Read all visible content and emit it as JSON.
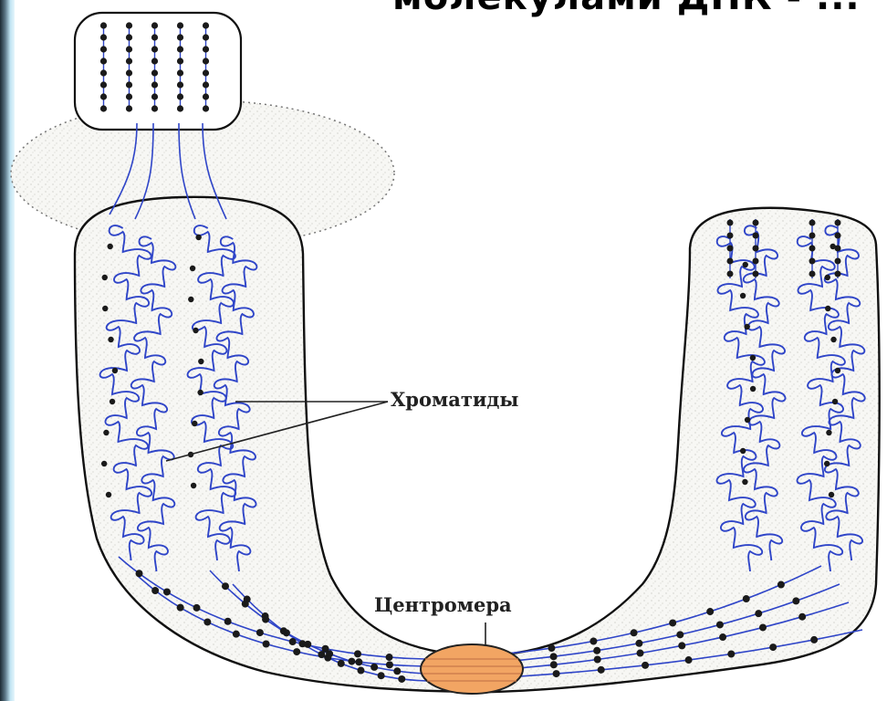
{
  "slide": {
    "title_fragment": "молекулами ДНК - ..."
  },
  "diagram": {
    "labels": {
      "chromatids": "Хроматиды",
      "centromere": "Центромера"
    }
  },
  "colors": {
    "chromatin_fiber": "#2f45c8",
    "bead": "#1a1a1a",
    "matrix_outline": "#111111",
    "matrix_fill": "#f6f6f3",
    "centromere_fill": "#f2a563",
    "slide_edge": "#bfe3f2"
  }
}
